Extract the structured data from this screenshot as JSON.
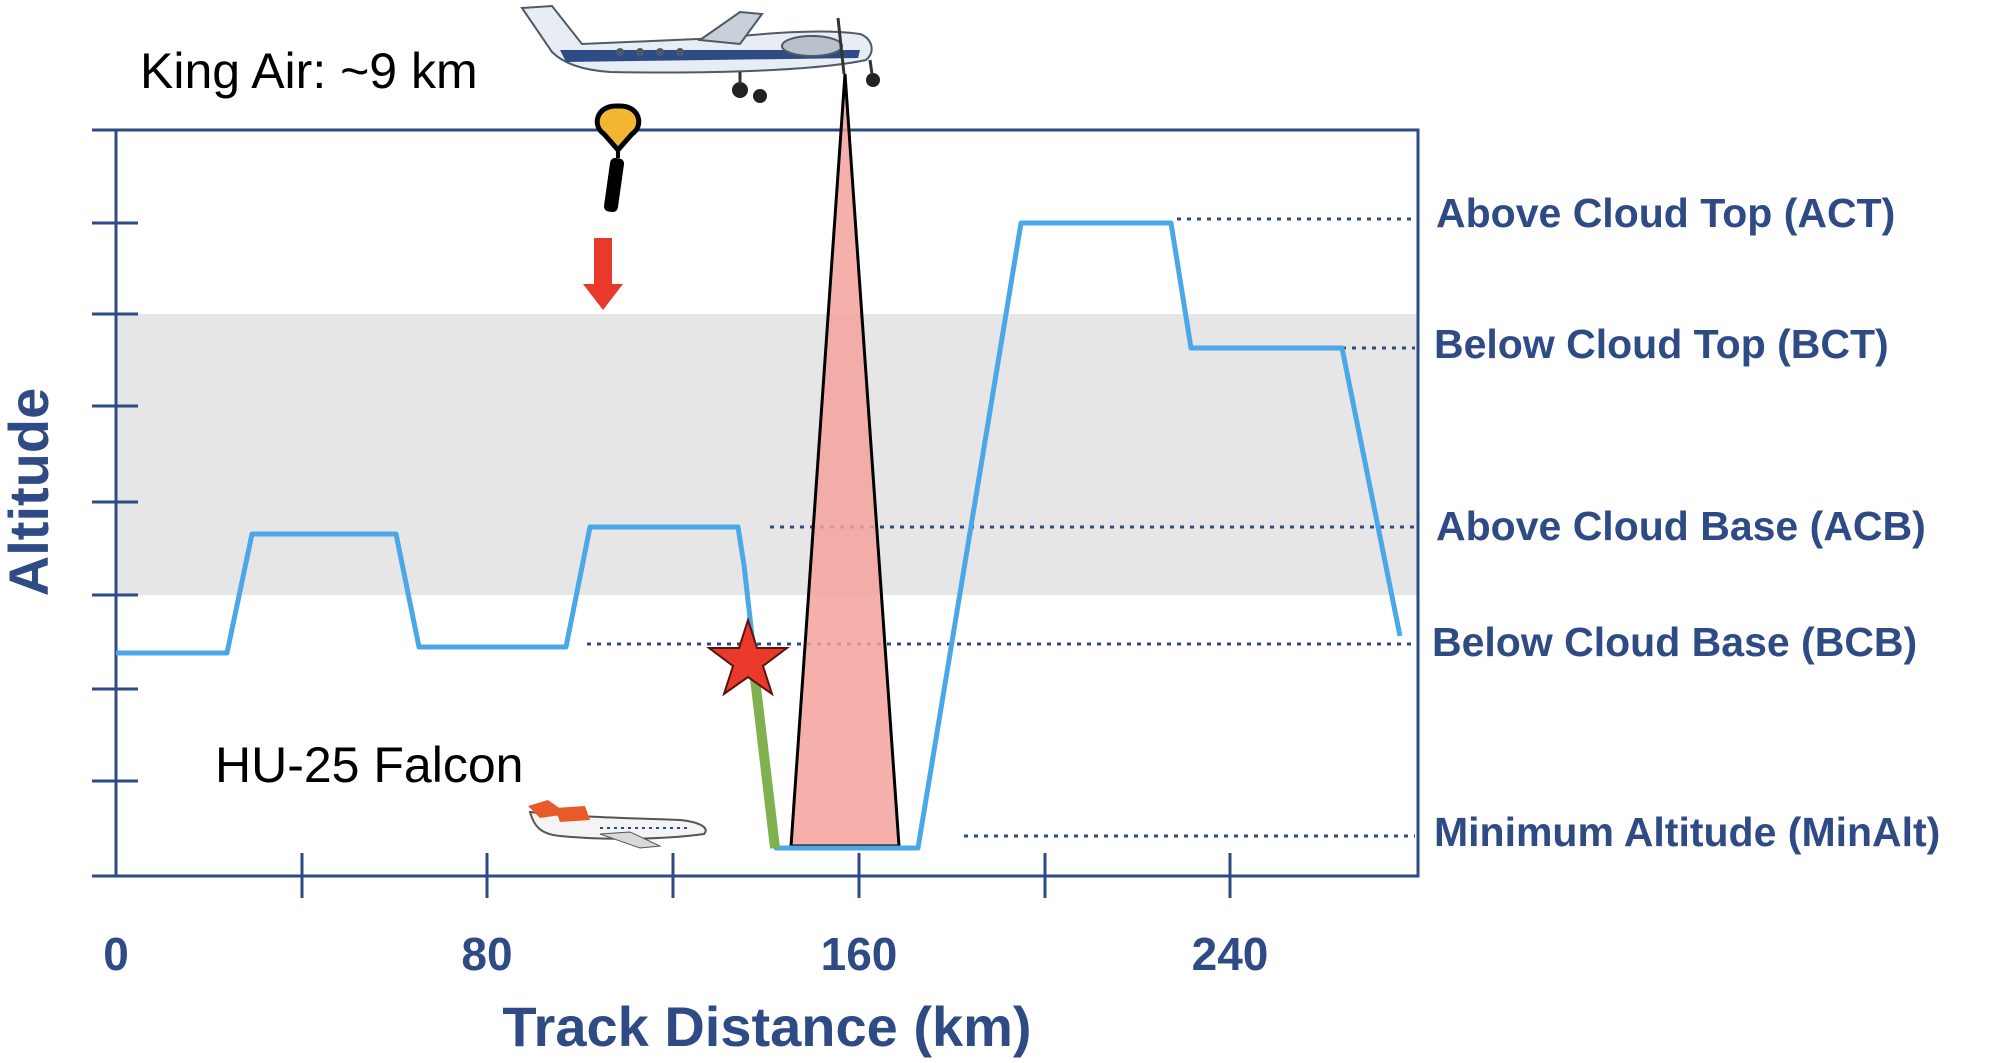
{
  "figure": {
    "king_air_label": "King Air: ~9 km",
    "falcon_label": "HU-25 Falcon",
    "y_axis_label": "Altitude",
    "x_axis_label": "Track Distance (km)",
    "x_ticks": [
      "0",
      "80",
      "160",
      "240"
    ],
    "levels": [
      {
        "key": "act",
        "label": "Above Cloud Top (ACT)"
      },
      {
        "key": "bct",
        "label": "Below Cloud Top (BCT)"
      },
      {
        "key": "acb",
        "label": "Above Cloud Base (ACB)"
      },
      {
        "key": "bcb",
        "label": "Below Cloud Base (BCB)"
      },
      {
        "key": "minalt",
        "label": "Minimum Altitude (MinAlt)"
      }
    ],
    "colors": {
      "axis": "#2e4b86",
      "flight_track": "#4aa8e6",
      "cloud_layer": "#e6e6e6",
      "lidar_cone": "#f3a29c",
      "dropsonde_arrow": "#e8392b",
      "star": "#e8392b",
      "descent_segment": "#7fb24f",
      "parachute": "#f2b632"
    },
    "icons": [
      "king-air-aircraft-icon",
      "falcon-aircraft-icon",
      "dropsonde-parachute-icon",
      "down-arrow-icon",
      "star-icon"
    ]
  }
}
